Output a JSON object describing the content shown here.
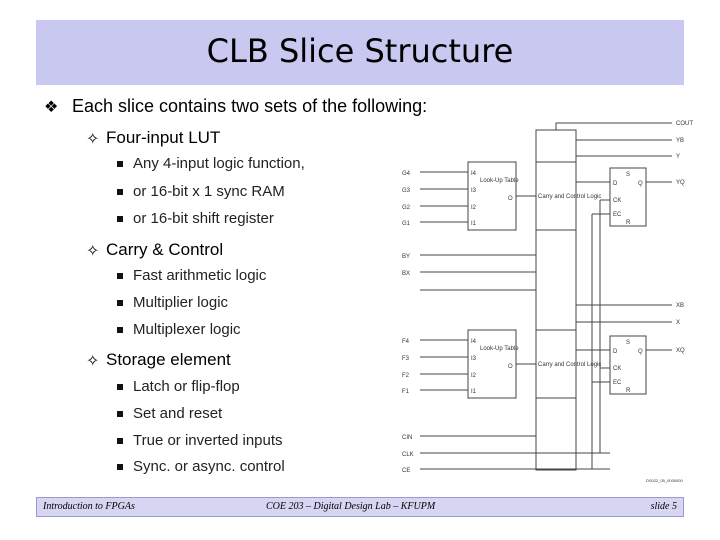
{
  "slide": {
    "title": "CLB Slice Structure",
    "intro": "Each slice contains two sets of the following:",
    "sections": [
      {
        "heading": "Four-input LUT",
        "items": [
          "Any 4-input logic function,",
          "or 16-bit x 1 sync RAM",
          "or 16-bit shift register"
        ]
      },
      {
        "heading": "Carry & Control",
        "items": [
          "Fast arithmetic logic",
          "Multiplier logic",
          "Multiplexer logic"
        ]
      },
      {
        "heading": "Storage element",
        "items": [
          "Latch or flip-flop",
          "Set and reset",
          "True or inverted inputs",
          "Sync. or async. control"
        ]
      }
    ]
  },
  "diagram": {
    "left_pins": [
      "G4",
      "G3",
      "G2",
      "G1",
      "BY",
      "F4",
      "F3",
      "F2",
      "F1",
      "BX",
      "CIN",
      "CLK",
      "CE"
    ],
    "right_pins": [
      "COUT",
      "YB",
      "Y",
      "YQ",
      "XB",
      "X",
      "XQ"
    ],
    "lut_top": [
      "I4",
      "I3",
      "I2",
      "I1",
      "Look-Up Table",
      "O"
    ],
    "lut_bottom": [
      "I4",
      "I3",
      "I2",
      "I1",
      "Look-Up Table",
      "O"
    ],
    "carry": "Carry and Control Logic",
    "ff_top": [
      "S",
      "D",
      "Q",
      "CK",
      "EC",
      "R"
    ],
    "ff_bottom": [
      "S",
      "D",
      "Q",
      "CK",
      "EC",
      "R"
    ],
    "code": "DS022_05_0000000"
  },
  "footer": {
    "left": "Introduction to FPGAs",
    "center": "COE 203 – Digital Design Lab – KFUPM",
    "right": "slide 5"
  }
}
